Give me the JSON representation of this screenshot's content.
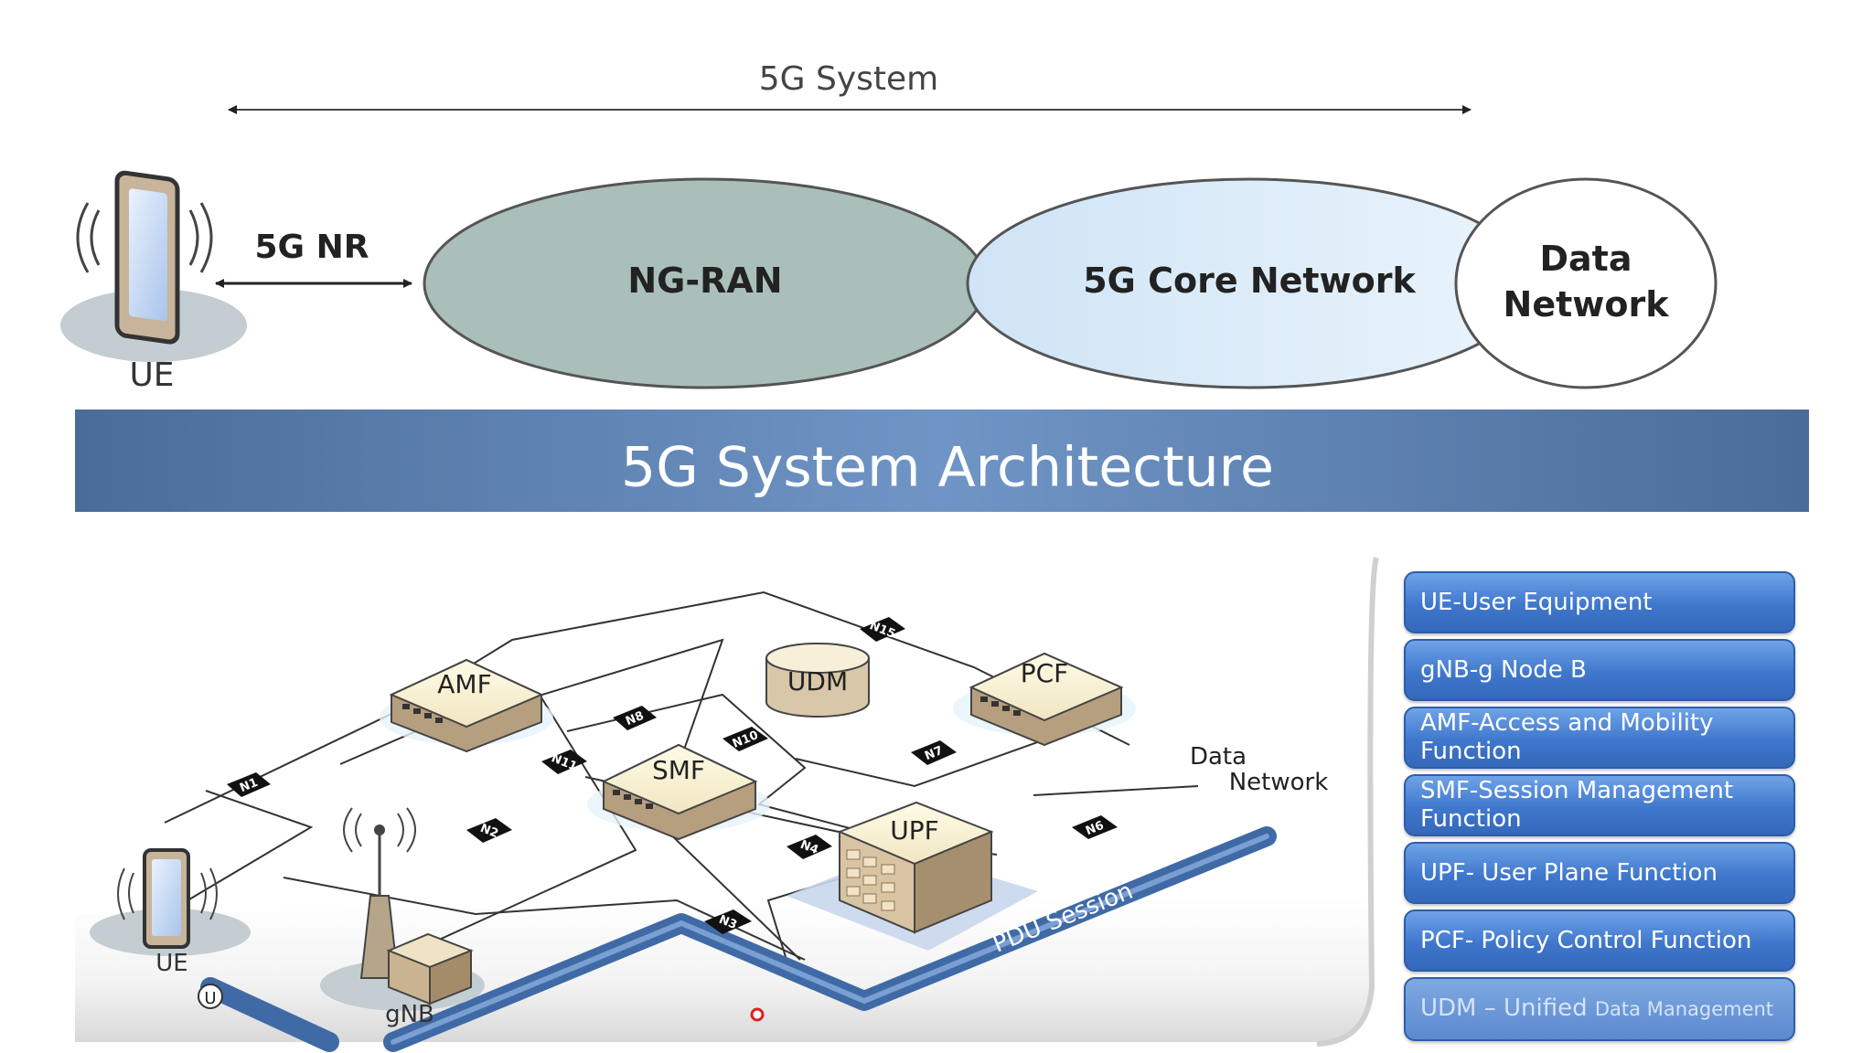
{
  "top": {
    "system_label": "5G System",
    "nr_label": "5G NR",
    "ue_label": "UE",
    "ngran_label": "NG-RAN",
    "core_label": "5G Core Network",
    "dn_line1": "Data",
    "dn_line2": "Network"
  },
  "banner": {
    "title": "5G System Architecture"
  },
  "diagram": {
    "nodes": {
      "amf": "AMF",
      "udm": "UDM",
      "pcf": "PCF",
      "smf": "SMF",
      "upf": "UPF",
      "ue": "UE",
      "gnb": "gNB",
      "u_marker": "U"
    },
    "interfaces": {
      "n1": "N1",
      "n2": "N2",
      "n3": "N3",
      "n4": "N4",
      "n6": "N6",
      "n7": "N7",
      "n8": "N8",
      "n10": "N10",
      "n11": "N11",
      "n15": "N15"
    },
    "dn_line1": "Data",
    "dn_line2": "Network",
    "pdu_session": "PDU Session"
  },
  "legend": {
    "items": [
      "UE-User Equipment",
      "gNB-g Node B",
      "AMF-Access and Mobility Function",
      "SMF-Session Management Function",
      "UPF- User Plane Function",
      "PCF- Policy Control Function"
    ],
    "last_main": "UDM – Unified",
    "last_small": "Data Management"
  },
  "colors": {
    "banner": "#4a6fa0",
    "ngran_fill": "#aabfba",
    "core_fill": "#d9ebfa",
    "pdu_pipe": "#3f6aa6",
    "legend": "#3f77cc"
  }
}
